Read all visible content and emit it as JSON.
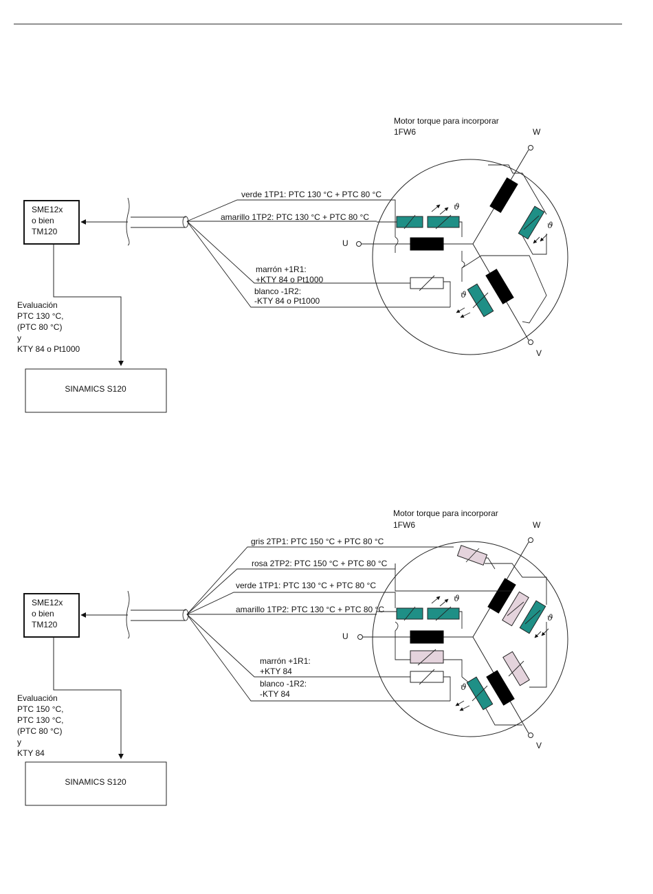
{
  "diagram1": {
    "motor_title": "Motor torque para incorporar",
    "motor_model": "1FW6",
    "phase_u": "U",
    "phase_v": "V",
    "phase_w": "W",
    "wire1": "verde 1TP1: PTC 130 °C + PTC 80 °C",
    "wire2": "amarillo 1TP2: PTC 130 °C + PTC 80 °C",
    "wire3a": "marrón +1R1:",
    "wire3b": "+KTY 84 o Pt1000",
    "wire4a": "blanco -1R2:",
    "wire4b": "-KTY 84 o Pt1000",
    "encoder": [
      "SME12x",
      "o bien",
      "TM120"
    ],
    "eval": [
      "Evaluación",
      "PTC 130 °C,",
      "(PTC 80 °C)",
      "y",
      "KTY 84 o Pt1000"
    ],
    "drive": "SINAMICS S120",
    "theta": "ϑ"
  },
  "diagram2": {
    "motor_title": "Motor torque para incorporar",
    "motor_model": "1FW6",
    "phase_u": "U",
    "phase_v": "V",
    "phase_w": "W",
    "wire1": "gris 2TP1: PTC 150 °C + PTC 80 °C",
    "wire2": "rosa 2TP2: PTC 150 °C + PTC 80 °C",
    "wire3": "verde 1TP1: PTC 130 °C + PTC 80 °C",
    "wire4": "amarillo 1TP2: PTC 130 °C + PTC 80 °C",
    "wire5a": "marrón +1R1:",
    "wire5b": "+KTY 84",
    "wire6a": "blanco -1R2:",
    "wire6b": "-KTY 84",
    "encoder": [
      "SME12x",
      "o bien",
      "TM120"
    ],
    "eval": [
      "Evaluación",
      "PTC 150 °C,",
      "PTC 130 °C,",
      "(PTC 80 °C)",
      "y",
      "KTY 84"
    ],
    "drive": "SINAMICS S120",
    "theta": "ϑ"
  },
  "colors": {
    "ptc_130": "#1f8f86",
    "ptc_150": "#e4d3dc",
    "coil": "#000000"
  }
}
